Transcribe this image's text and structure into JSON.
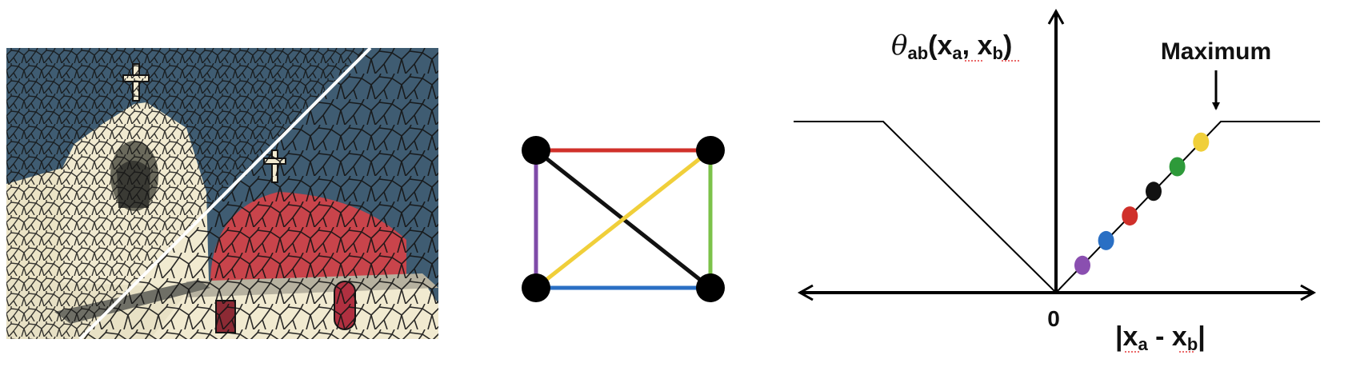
{
  "colors": {
    "sky": "#3f5c72",
    "wall": "#f1ead0",
    "dome": "#c9444b",
    "cell_line": "#141414",
    "node": "#000000",
    "edge_top": "#d0302a",
    "edge_left": "#7f4ba8",
    "edge_right": "#7cc24a",
    "edge_bottom": "#2a6fc4",
    "edge_diag_a": "#111111",
    "edge_diag_b": "#f0cf3a",
    "dot_purple": "#8a4fb0",
    "dot_blue": "#2a6fc4",
    "dot_red": "#d0302a",
    "dot_black": "#111111",
    "dot_green": "#2e9a3a",
    "dot_yellow": "#f0cf3a"
  },
  "image_panel": {
    "subject": "church with dome and bell tower",
    "halves": [
      "fine superpixels",
      "coarse superpixels"
    ]
  },
  "graph_panel": {
    "nodes": 4,
    "edge_colors": [
      "edge_top",
      "edge_left",
      "edge_right",
      "edge_bottom",
      "edge_diag_a",
      "edge_diag_b"
    ]
  },
  "plot": {
    "y_label": {
      "theta": "θ",
      "sub": "ab",
      "open": "(",
      "xa": "x",
      "xa_sub": "a",
      "comma": ", ",
      "xb": "x",
      "xb_sub": "b",
      "close": ")"
    },
    "x_label": {
      "bar_left": "|",
      "xa": "x",
      "xa_sub": "a",
      "minus": " - ",
      "xb": "x",
      "xb_sub": "b",
      "bar_right": "|"
    },
    "origin_label": "0",
    "annotation": "Maximum",
    "dot_order": [
      "dot_purple",
      "dot_blue",
      "dot_red",
      "dot_black",
      "dot_green",
      "dot_yellow"
    ]
  }
}
